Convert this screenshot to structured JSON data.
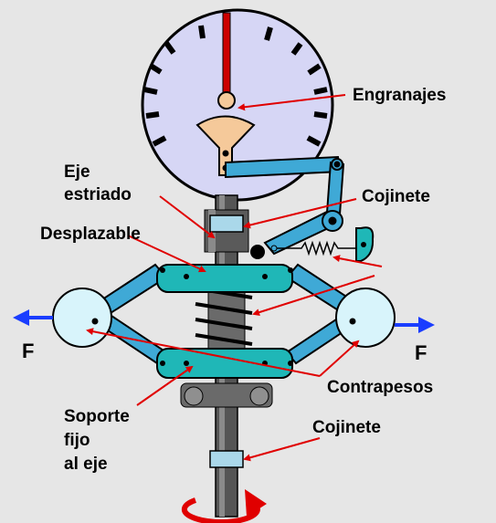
{
  "labels": {
    "engranajes": "Engranajes",
    "eje_line1": "Eje",
    "eje_line2": "estriado",
    "cojinete_top": "Cojinete",
    "desplazable": "Desplazable",
    "force_left": "F",
    "force_right": "F",
    "contrapesos": "Contrapesos",
    "soporte_line1": "Soporte",
    "soporte_line2": "fijo",
    "soporte_line3": "al eje",
    "cojinete_bottom": "Cojinete"
  },
  "colors": {
    "background": "#e6e6e6",
    "dial_face": "#d6d6f5",
    "link_blue": "#3fa9d6",
    "slider_teal": "#1fb7b7",
    "weight": "#d8f4fb",
    "pointer_red": "#cc0000",
    "gear_tan": "#f5c99a",
    "bearing": "#aad8ea",
    "arrow_red": "#e00000",
    "force_blue": "#1a3dff"
  },
  "icons": {
    "rotation": "rotation-arrow-icon",
    "force_left": "force-arrow-left-icon",
    "force_right": "force-arrow-right-icon"
  }
}
